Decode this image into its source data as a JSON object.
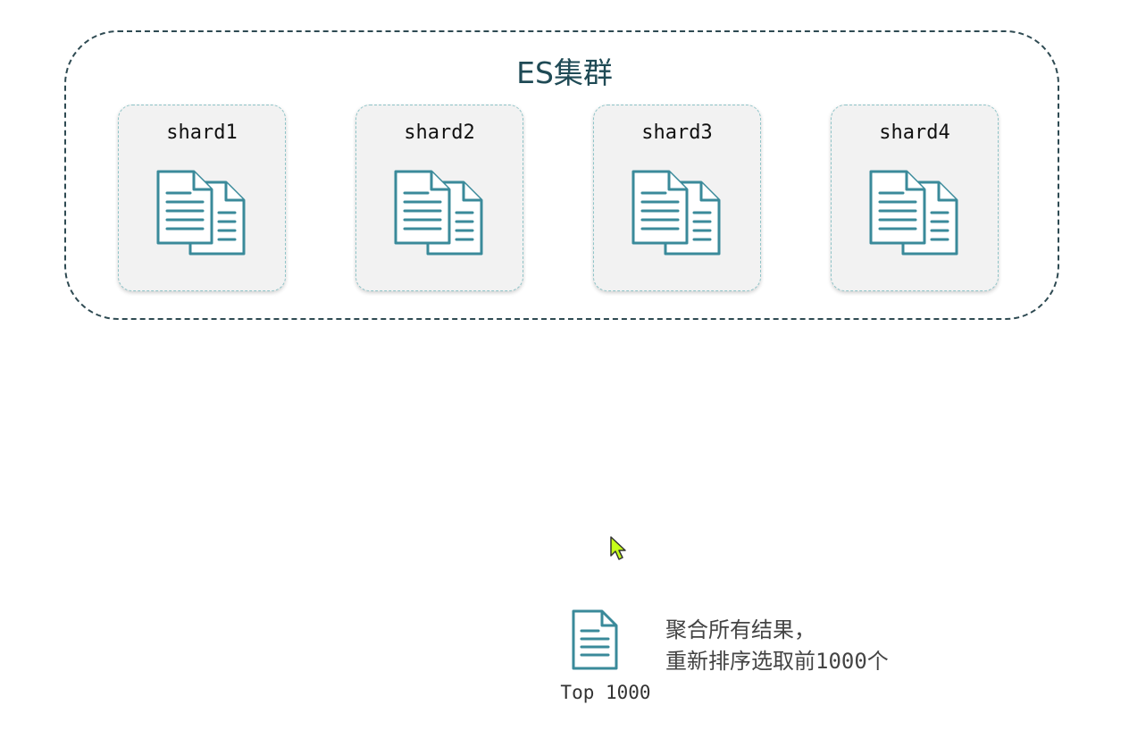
{
  "cluster": {
    "title": "ES集群"
  },
  "shards": [
    {
      "label": "shard1",
      "icon": "documents-icon"
    },
    {
      "label": "shard2",
      "icon": "documents-icon"
    },
    {
      "label": "shard3",
      "icon": "documents-icon"
    },
    {
      "label": "shard4",
      "icon": "documents-icon"
    }
  ],
  "result": {
    "icon": "document-icon",
    "label": "Top 1000",
    "note_line1": "聚合所有结果，",
    "note_line2": "重新排序选取前1000个"
  },
  "colors": {
    "cluster_border": "#2e4a52",
    "title": "#1f4a55",
    "icon_stroke": "#3a8a9a",
    "shard_fill": "#f2f2f2",
    "shard_border": "#8fc4c8",
    "cursor": "#c6ff1a"
  }
}
